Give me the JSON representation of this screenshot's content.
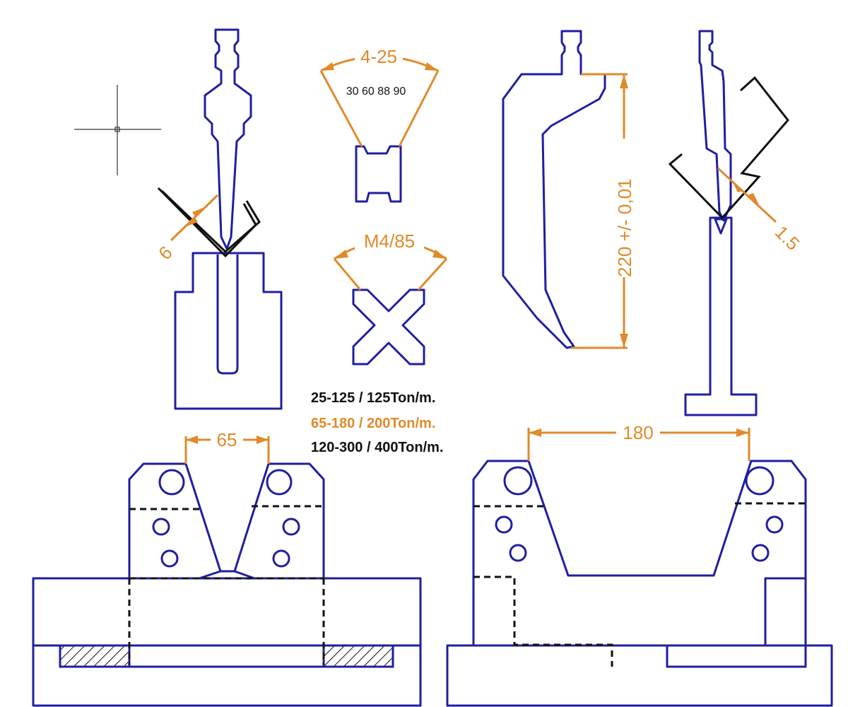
{
  "colors": {
    "outline": "#1f1fa0",
    "dimension": "#e08a2a",
    "part": "#111111",
    "highlight": "#e08a2a"
  },
  "labels": {
    "dim_6": "6",
    "angle_range": "4-25",
    "angles": "30 60 88 90",
    "die_code": "M4/85",
    "height_tol": "220 +/- 0,01",
    "dim_1_5": "1.5",
    "dim_65": "65",
    "dim_180": "180"
  },
  "specs": [
    {
      "text": "25-125 / 125Ton/m.",
      "color": "#111111"
    },
    {
      "text": "65-180 / 200Ton/m.",
      "color": "#e08a2a"
    },
    {
      "text": "120-300 / 400Ton/m.",
      "color": "#111111"
    }
  ]
}
